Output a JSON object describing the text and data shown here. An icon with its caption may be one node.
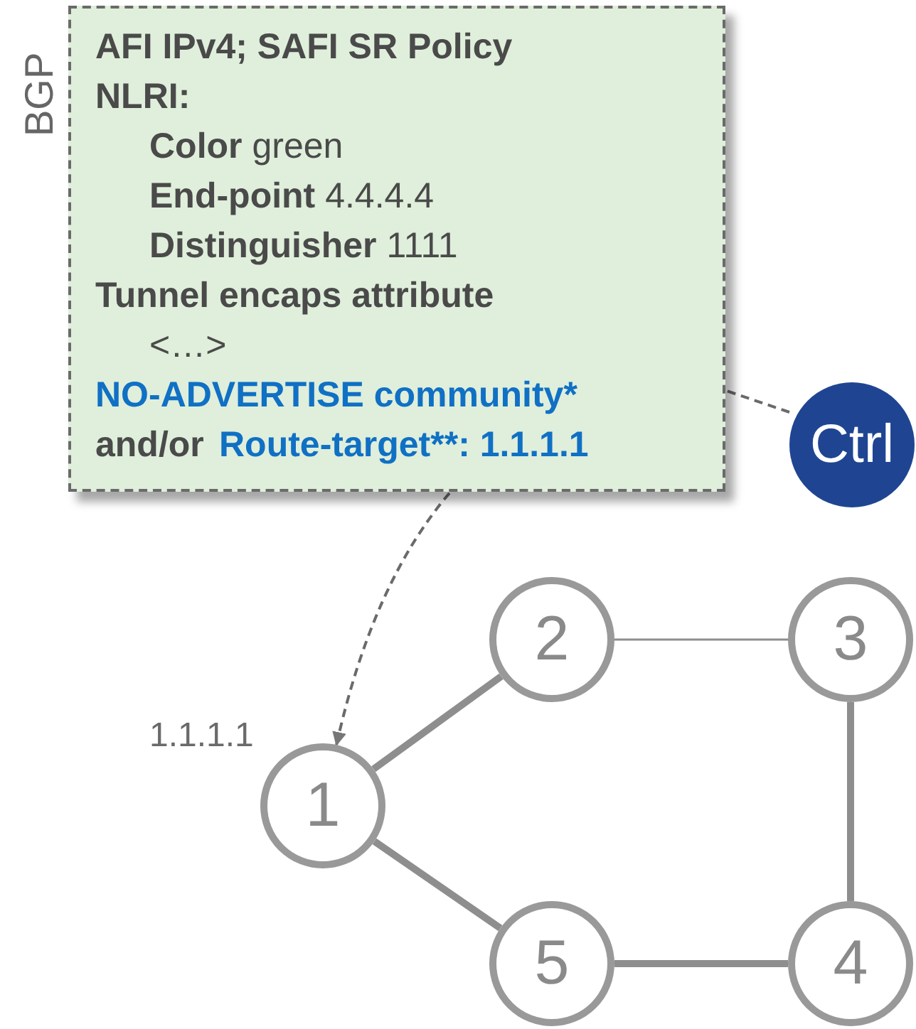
{
  "diagram": {
    "nodes": [
      {
        "text": [
          "BGP",
          "AFI IPv4; SAFI SR Policy",
          "NLRI:",
          "**Color** green",
          "**End-point** 4.4.4.4",
          "**Distinguisher** 1111",
          "Tunnel encaps attribute",
          "<…>",
          "NO-ADVERTISE community*",
          "and/or",
          "Route-target**: 1.1.1.1"
        ]
      },
      {
        "text": [
          "Ctrl"
        ]
      },
      {
        "text": [
          "1"
        ],
        "beside": [
          "1.1.1.1"
        ]
      },
      {
        "text": [
          "2"
        ]
      },
      {
        "text": [
          "3"
        ]
      },
      {
        "text": [
          "4"
        ]
      },
      {
        "text": [
          "5"
        ]
      }
    ],
    "edges": [
      {
        "from": 1,
        "to": 0,
        "arrow": "none",
        "style": "dashed"
      },
      {
        "from": 0,
        "to": 2,
        "arrow": "to",
        "style": "dashed"
      },
      {
        "from": 2,
        "to": 3,
        "arrow": "none"
      },
      {
        "from": 3,
        "to": 4,
        "arrow": "none"
      },
      {
        "from": 4,
        "to": 5,
        "arrow": "none"
      },
      {
        "from": 5,
        "to": 6,
        "arrow": "none"
      },
      {
        "from": 6,
        "to": 2,
        "arrow": "none"
      }
    ]
  }
}
